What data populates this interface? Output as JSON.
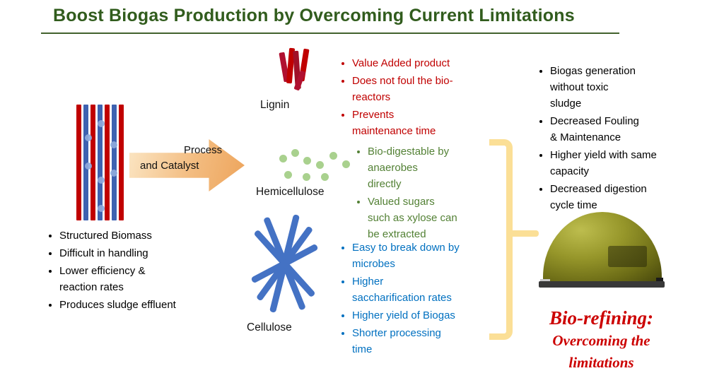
{
  "slide": {
    "title": "Boost Biogas Production by Overcoming Current Limitations"
  },
  "process_arrow": {
    "line1": "Process",
    "line2": "and Catalyst"
  },
  "biomass": {
    "bullets": [
      "Structured Biomass",
      "Difficult in handling",
      "Lower efficiency &\nreaction rates",
      "Produces sludge effluent"
    ]
  },
  "lignin": {
    "label": "Lignin",
    "bullets": [
      "Value Added product",
      "Does not foul the bio-\nreactors",
      "Prevents\nmaintenance time"
    ]
  },
  "hemicellulose": {
    "label": "Hemicellulose",
    "bullets": [
      "Bio-digestable by\nanaerobes\ndirectly",
      "Valued sugars\nsuch as xylose can\nbe  extracted"
    ]
  },
  "cellulose": {
    "label": "Cellulose",
    "bullets": [
      "Easy to break down by\nmicrobes",
      "Higher\nsaccharification rates",
      "Higher yield of Biogas",
      "Shorter processing\ntime"
    ]
  },
  "benefits": {
    "bullets": [
      "Biogas generation\nwithout toxic\nsludge",
      "Decreased Fouling\n& Maintenance",
      "Higher yield with same\ncapacity",
      "Decreased digestion\ncycle time"
    ]
  },
  "biorefining": {
    "line1": "Bio-refining:",
    "line2": "Overcoming the",
    "line3": "limitations"
  },
  "colors": {
    "title_green": "#315c1d",
    "red_text": "#C00000",
    "green_text": "#538135",
    "blue_text": "#0070C0",
    "arrow_orange": "#F3BC80",
    "bracket_yellow": "#FBDF96",
    "stripe_red": "#C00000",
    "stripe_blue": "#3E62B0",
    "dot_green": "#A9D18E",
    "cellulose_blue": "#4472C4",
    "digester_olive": "#6c6c16"
  }
}
